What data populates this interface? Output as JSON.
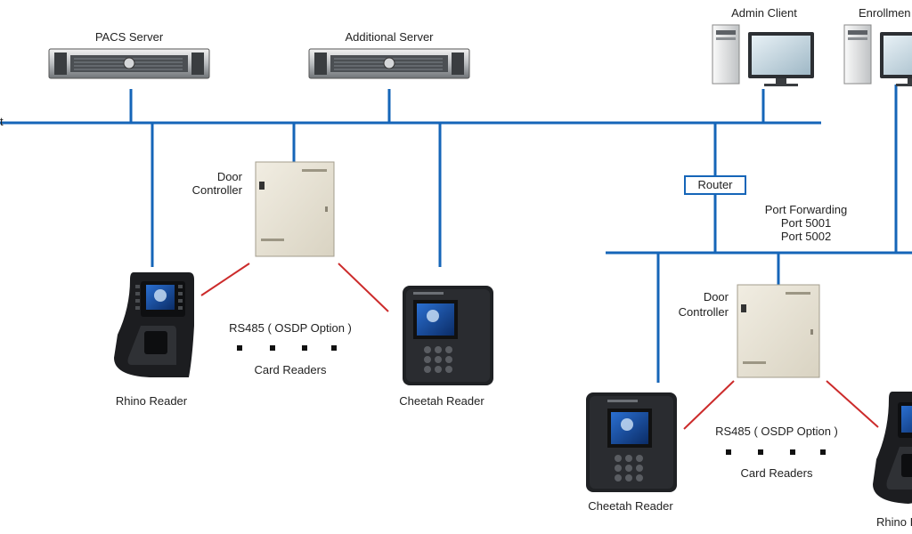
{
  "network": {
    "lan_label_fragment": "t",
    "line_color": "#1565b8",
    "rs485_line_color": "#cc2b2b"
  },
  "servers": [
    {
      "name": "PACS Server",
      "icon": "rack-server-icon"
    },
    {
      "name": "Additional Server",
      "icon": "rack-server-icon"
    }
  ],
  "clients": [
    {
      "name": "Admin Client",
      "icon": "desktop-computer-icon"
    },
    {
      "name": "Enrollmen",
      "icon": "desktop-computer-icon"
    }
  ],
  "router": {
    "label": "Router"
  },
  "port_forwarding": {
    "title": "Port Forwarding",
    "ports": [
      "Port 5001",
      "Port 5002"
    ]
  },
  "site_left": {
    "door_controller": {
      "line1": "Door",
      "line2": "Controller"
    },
    "rs485": "RS485 ( OSDP Option )",
    "card_readers": "Card Readers",
    "reader_a": "Rhino Reader",
    "reader_b": "Cheetah Reader"
  },
  "site_right": {
    "door_controller": {
      "line1": "Door",
      "line2": "Controller"
    },
    "rs485": "RS485 ( OSDP Option )",
    "card_readers": "Card Readers",
    "reader_a": "Cheetah Reader",
    "reader_b": "Rhino I"
  }
}
